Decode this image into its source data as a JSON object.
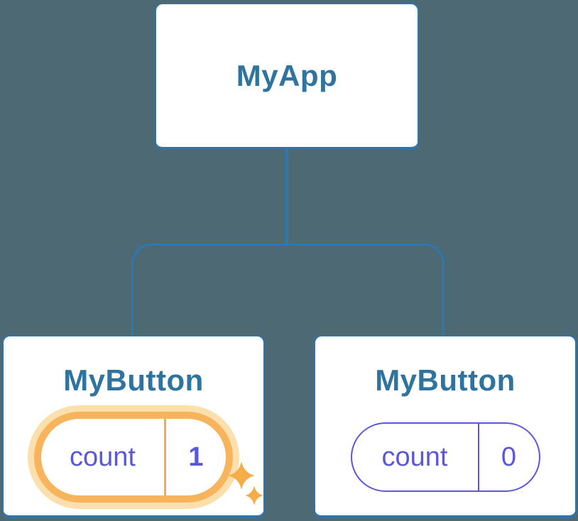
{
  "colors": {
    "background": "#4D6974",
    "line": "#2B78B2",
    "card-border": "#2E74AD",
    "card-bg": "#FFFFFF",
    "title": "#2F739F",
    "purple": "#5B58D8",
    "orange": "#F8B45C",
    "orange-glow": "#FBDFAD",
    "orange-divider": "#F2A94F",
    "sparkle": "#F6AC48"
  },
  "tree": {
    "root": {
      "label": "MyApp"
    },
    "children": [
      {
        "label": "MyButton",
        "state_name": "count",
        "state_value": "1",
        "highlighted": true
      },
      {
        "label": "MyButton",
        "state_name": "count",
        "state_value": "0",
        "highlighted": false
      }
    ]
  }
}
